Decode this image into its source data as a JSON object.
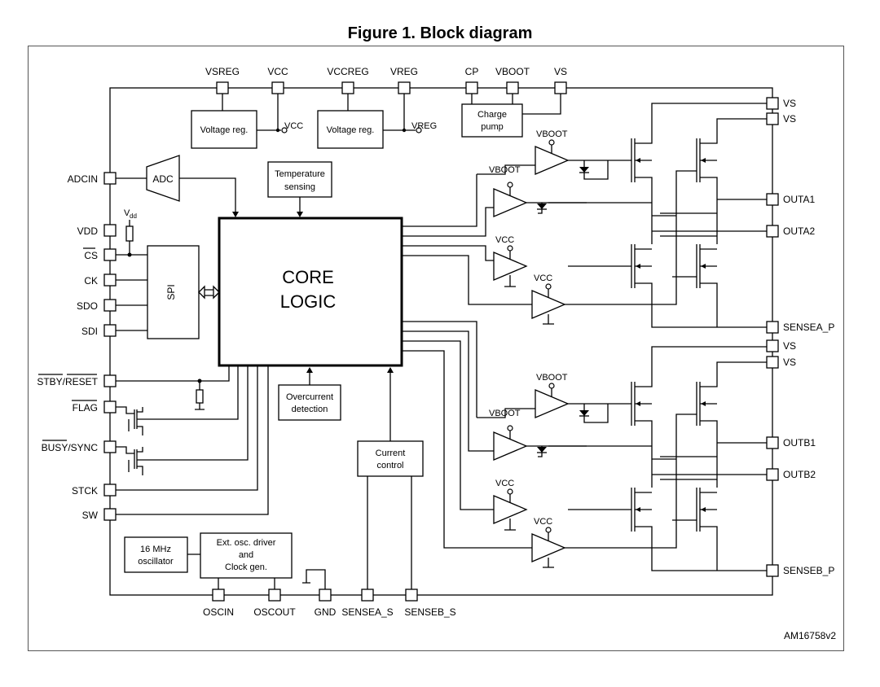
{
  "title": "Figure 1. Block diagram",
  "figure_id": "AM16758v2",
  "core": {
    "line1": "CORE",
    "line2": "LOGIC"
  },
  "blocks": {
    "voltage_reg": "Voltage reg.",
    "charge_pump": {
      "line1": "Charge",
      "line2": "pump"
    },
    "adc": "ADC",
    "spi": "SPI",
    "temperature": {
      "line1": "Temperature",
      "line2": "sensing"
    },
    "overcurrent": {
      "line1": "Overcurrent",
      "line2": "detection"
    },
    "current_control": {
      "line1": "Current",
      "line2": "control"
    },
    "oscillator": {
      "line1": "16 MHz",
      "line2": "oscillator"
    },
    "ext_osc": {
      "line1": "Ext. osc. driver",
      "line2": "and",
      "line3": "Clock gen."
    }
  },
  "pins_top": [
    "VSREG",
    "VCC",
    "VCCREG",
    "VREG",
    "CP",
    "VBOOT",
    "VS"
  ],
  "pins_left": [
    "ADCIN",
    "VDD",
    "CS",
    "CK",
    "SDO",
    "SDI",
    "STBY/RESET",
    "FLAG",
    "BUSY/SYNC",
    "STCK",
    "SW"
  ],
  "pins_bottom": [
    "OSCIN",
    "OSCOUT",
    "GND",
    "SENSEA_S",
    "SENSEB_S"
  ],
  "pins_right": [
    "VS",
    "VS",
    "OUTA1",
    "OUTA2",
    "SENSEA_P",
    "VS",
    "VS",
    "OUTB1",
    "OUTB2",
    "SENSEB_P"
  ],
  "internal_labels": {
    "vcc": "VCC",
    "vreg": "VREG",
    "vboot": "VBOOT",
    "vdd_main": "V",
    "vdd_sub": "dd"
  }
}
